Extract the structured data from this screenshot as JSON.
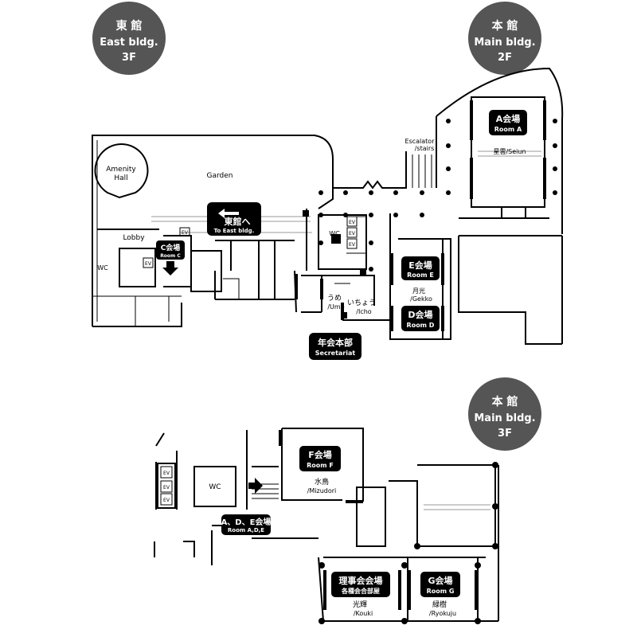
{
  "buildings": {
    "east_3f": {
      "jp": "東 館",
      "en": "East bldg.",
      "floor": "3F"
    },
    "main_2f": {
      "jp": "本 館",
      "en": "Main bldg.",
      "floor": "2F"
    },
    "main_3f": {
      "jp": "本 館",
      "en": "Main bldg.",
      "floor": "3F"
    }
  },
  "rooms": {
    "a": {
      "jp": "A会場",
      "en": "Room A"
    },
    "c": {
      "jp": "C会場",
      "en": "Room C"
    },
    "d": {
      "jp": "D会場",
      "en": "Room D"
    },
    "e": {
      "jp": "E会場",
      "en": "Room E"
    },
    "f": {
      "jp": "F会場",
      "en": "Room F"
    },
    "g": {
      "jp": "G会場",
      "en": "Room G"
    },
    "ade": {
      "jp": "A、D、E会場",
      "en": "Room A,D,E"
    },
    "board": {
      "jp": "理事会会場",
      "sub": "各種会合部屋"
    },
    "secretariat": {
      "jp": "年会本部",
      "en": "Secretariat"
    },
    "to_east": {
      "jp": "東館へ",
      "en": "To East bldg."
    }
  },
  "labels": {
    "amenity_1": "Amenity",
    "amenity_2": "Hall",
    "garden": "Garden",
    "lobby": "Lobby",
    "wc": "WC",
    "ev": "EV",
    "escalator": "Escalator",
    "stairs": "/stairs",
    "seiun": "星雲/Seiun",
    "gekko_jp": "月光",
    "gekko_en": "/Gekko",
    "ume_jp": "うめ",
    "ume_en": "/Ume",
    "icho_jp": "いちょう",
    "icho_en": "/Icho",
    "mizudori_jp": "水鳥",
    "mizudori_en": "/Mizudori",
    "kouki_jp": "光輝",
    "kouki_en": "/Kouki",
    "ryokuju_jp": "緑樹",
    "ryokuju_en": "/Ryokuju"
  },
  "colors": {
    "badge": "#555555",
    "room_fill": "#000000",
    "wall": "#000000"
  },
  "icons": {
    "arrow_to_east": "left-arrow",
    "arrow_room_c": "down-arrow",
    "arrow_ade": "right-arrow"
  }
}
